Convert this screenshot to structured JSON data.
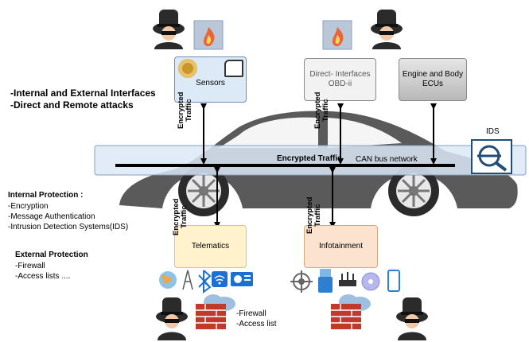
{
  "headline": {
    "line1": "-Internal and External Interfaces",
    "line2": "-Direct and Remote attacks"
  },
  "boxes": {
    "sensors": "Sensors",
    "obd_line1": "Direct- Interfaces",
    "obd_line2": "OBD-ii",
    "ecu_line1": "Engine and Body",
    "ecu_line2": "ECUs",
    "telematics": "Telematics",
    "infotainment": "Infotainment"
  },
  "bus": {
    "encrypted_traffic": "Encrypted Traffic",
    "network_label": "CAN bus network",
    "ids_label": "IDS"
  },
  "arrow_labels": {
    "sensors_line1": "Encrypted",
    "sensors_line2": "Traffic",
    "obd_line1": "Encrypted",
    "obd_line2": "Traffic",
    "telematics_line1": "Encrypted",
    "telematics_line2": "Traffic",
    "infotainment_line1": "Encrypted",
    "infotainment_line2": "Traffic"
  },
  "internal_protection": {
    "title": "Internal Protection :",
    "items": [
      "-Encryption",
      "-Message Authentication",
      "-Intrusion Detection Systems(IDS)"
    ]
  },
  "external_protection": {
    "title": "External Protection",
    "items": [
      "-Firewall",
      "-Access lists ...."
    ]
  },
  "firewall_note": {
    "items": [
      "-Firewall",
      "-Access list"
    ]
  },
  "colors": {
    "bus_fill": "#dce9f7",
    "sensors_fill": "#dce9f7",
    "obd_fill": "#f2f2f2",
    "ecu_fill": "#cfcfcf",
    "telematics_fill": "#fff2cc",
    "infotainment_fill": "#fbe3cf",
    "car_body": "#5a5a5a",
    "ids_icon": "#1f4e79"
  },
  "icons": [
    "hacker-icon",
    "firewall-flame-icon",
    "sensor-icon",
    "door-icon",
    "ids-magnifier-icon",
    "globe-icon",
    "antenna-icon",
    "bluetooth-icon",
    "wifi-icon",
    "radio-icon",
    "gps-icon",
    "usb-icon",
    "router-icon",
    "cd-icon",
    "phone-icon",
    "firewall-cloud-icon"
  ]
}
